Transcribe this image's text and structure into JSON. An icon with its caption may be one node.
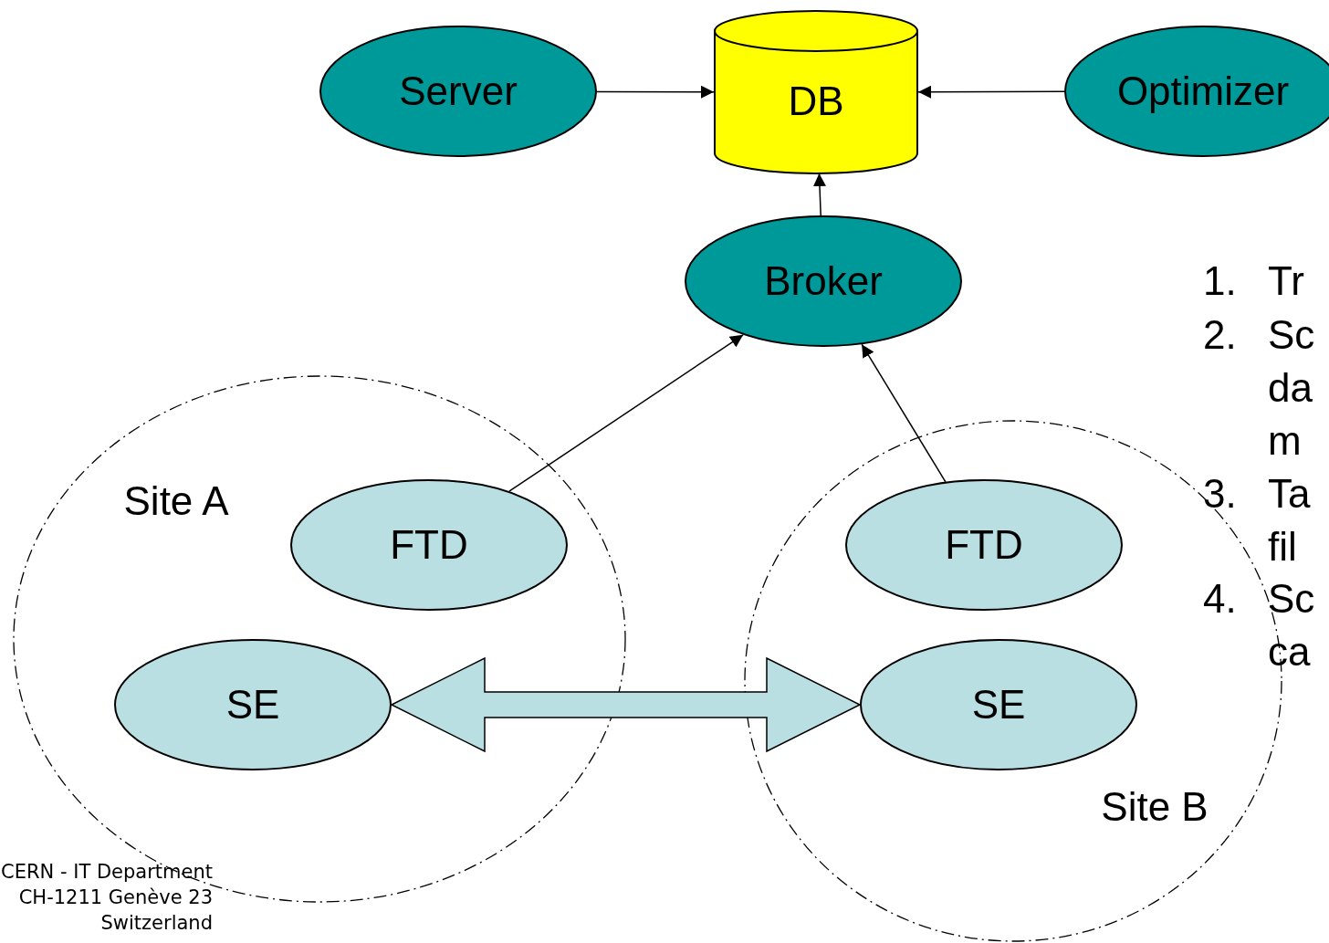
{
  "diagram": {
    "nodes": [
      {
        "text": [
          "Server"
        ]
      },
      {
        "text": [
          "DB"
        ]
      },
      {
        "text": [
          "Optimizer"
        ]
      },
      {
        "text": [
          "Broker"
        ]
      },
      {
        "text": [
          "Site A"
        ]
      },
      {
        "text": [
          "FTD"
        ],
        "in": 4
      },
      {
        "text": [
          "SE"
        ],
        "in": 4
      },
      {
        "text": [
          "Site B"
        ]
      },
      {
        "text": [
          "FTD"
        ],
        "in": 7
      },
      {
        "text": [
          "SE"
        ],
        "in": 7
      }
    ],
    "edges": [
      {
        "from": 0,
        "to": 1,
        "arrow": "to"
      },
      {
        "from": 2,
        "to": 1,
        "arrow": "to"
      },
      {
        "from": 3,
        "to": 1,
        "arrow": "to"
      },
      {
        "from": 5,
        "to": 3,
        "arrow": "to"
      },
      {
        "from": 8,
        "to": 3,
        "arrow": "to"
      },
      {
        "from": 6,
        "to": 9,
        "arrow": "both",
        "style": "thick",
        "color": "#b9dfe3"
      }
    ],
    "labels": [
      "1. Tr",
      "2. Sc da m",
      "3. Ta fil",
      "4. Sc ca",
      "CERN - IT Department",
      "CH-1211 Genève 23",
      "Switzerland"
    ]
  }
}
